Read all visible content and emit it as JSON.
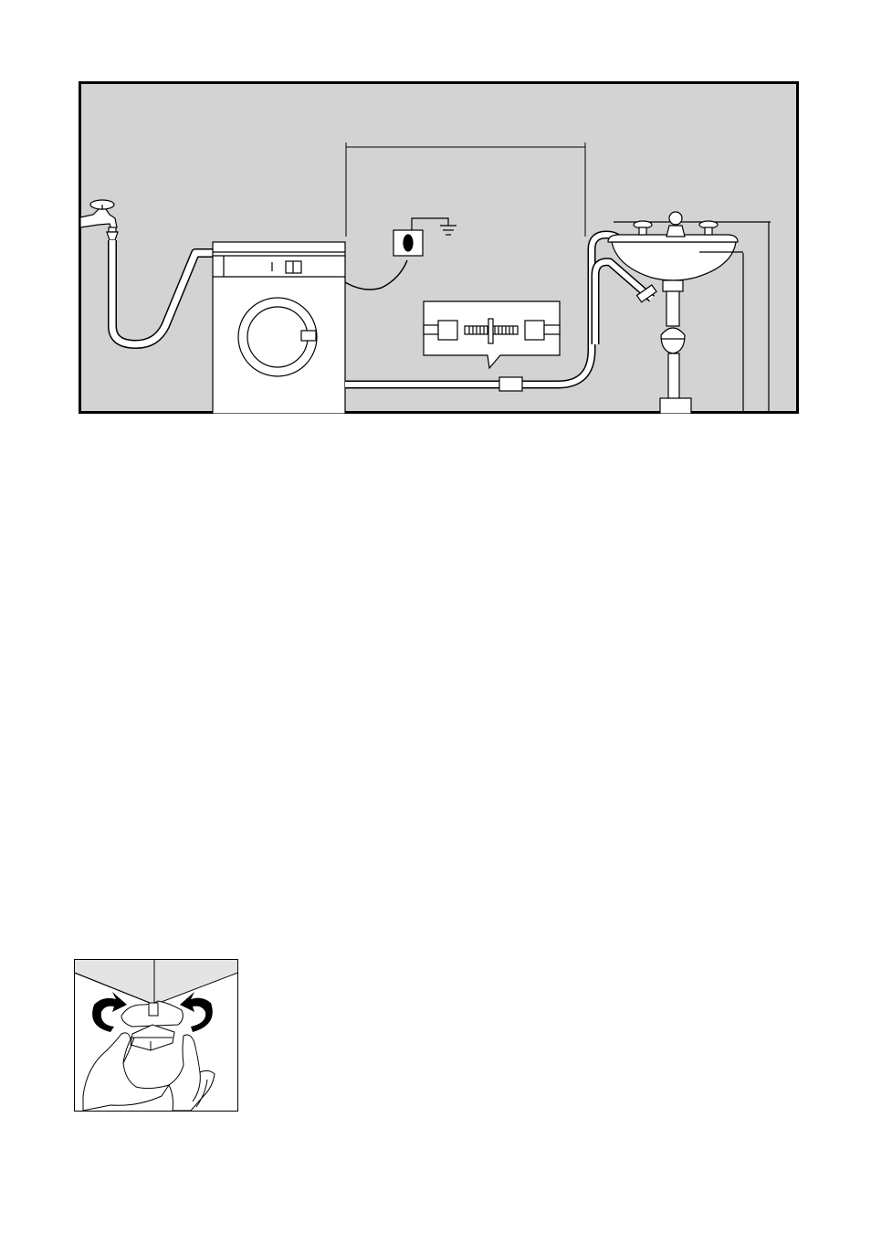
{
  "figures": {
    "installation": {
      "components": [
        "water-tap",
        "inlet-hose",
        "washing-machine",
        "earthed-socket",
        "hose-extension-coupling",
        "drain-hose",
        "washbasin",
        "waste-trap"
      ],
      "colors": {
        "background": "#d3d3d3",
        "line": "#000000",
        "fill": "#ffffff"
      }
    },
    "leveling": {
      "components": [
        "machine-corner",
        "adjustable-foot",
        "hand",
        "rotation-arrow-left",
        "rotation-arrow-right"
      ],
      "colors": {
        "background": "#ffffff",
        "line": "#000000",
        "fill": "#ffffff"
      }
    }
  }
}
